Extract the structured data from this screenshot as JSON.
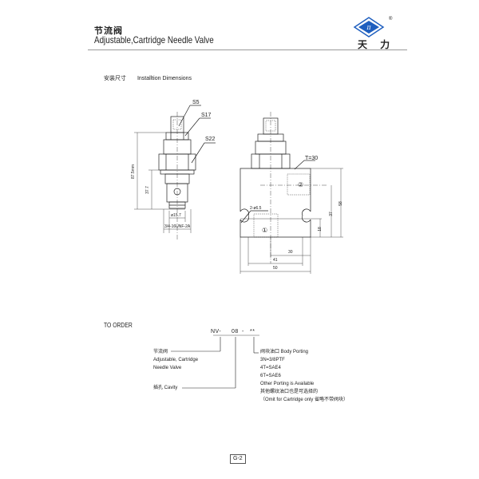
{
  "header": {
    "title_cn": "节流阀",
    "title_en": "Adjustable,Cartridge Needle Valve",
    "logo": {
      "icon": "tianli-diamond-logo",
      "text": "天 力",
      "registered": "®",
      "brand_color": "#1f5fbf"
    }
  },
  "dimensions_section": {
    "label_cn": "安装尺寸",
    "label_en": "Installtion Dimensions",
    "cartridge_view": {
      "wrench_sizes": [
        "S5",
        "S17",
        "S22"
      ],
      "overall_length": "87.5mm",
      "body_length": "37.7",
      "diameter": "ø15.7",
      "thread": "3/4-16UNF-2A"
    },
    "block_view": {
      "torque": "T=30",
      "mounting_holes": "2-ø6.5",
      "port_1": "①",
      "port_2": "②",
      "height": "58",
      "port2_height": "37",
      "port1_height": "18",
      "widths": [
        "30",
        "41",
        "50"
      ]
    }
  },
  "order_section": {
    "label": "TO ORDER",
    "code_parts": [
      "NV-",
      "08",
      "-",
      "**"
    ],
    "items": [
      {
        "lines": [
          "节流阀",
          "Adjustable, Cartridge",
          "Needle Valve"
        ]
      },
      {
        "lines": [
          "插孔  Cavity"
        ]
      },
      {
        "lines": [
          "阀块油口 Body Porting",
          "3N=3/8PTF",
          "4T=SAE4",
          "6T=SAE6",
          "Other Porting is Available",
          "其他螺纹油口也是可选择的",
          "（Omit for Cartridge only 省略不带阀块）"
        ]
      }
    ]
  },
  "footer": {
    "page_number": "G-2"
  }
}
